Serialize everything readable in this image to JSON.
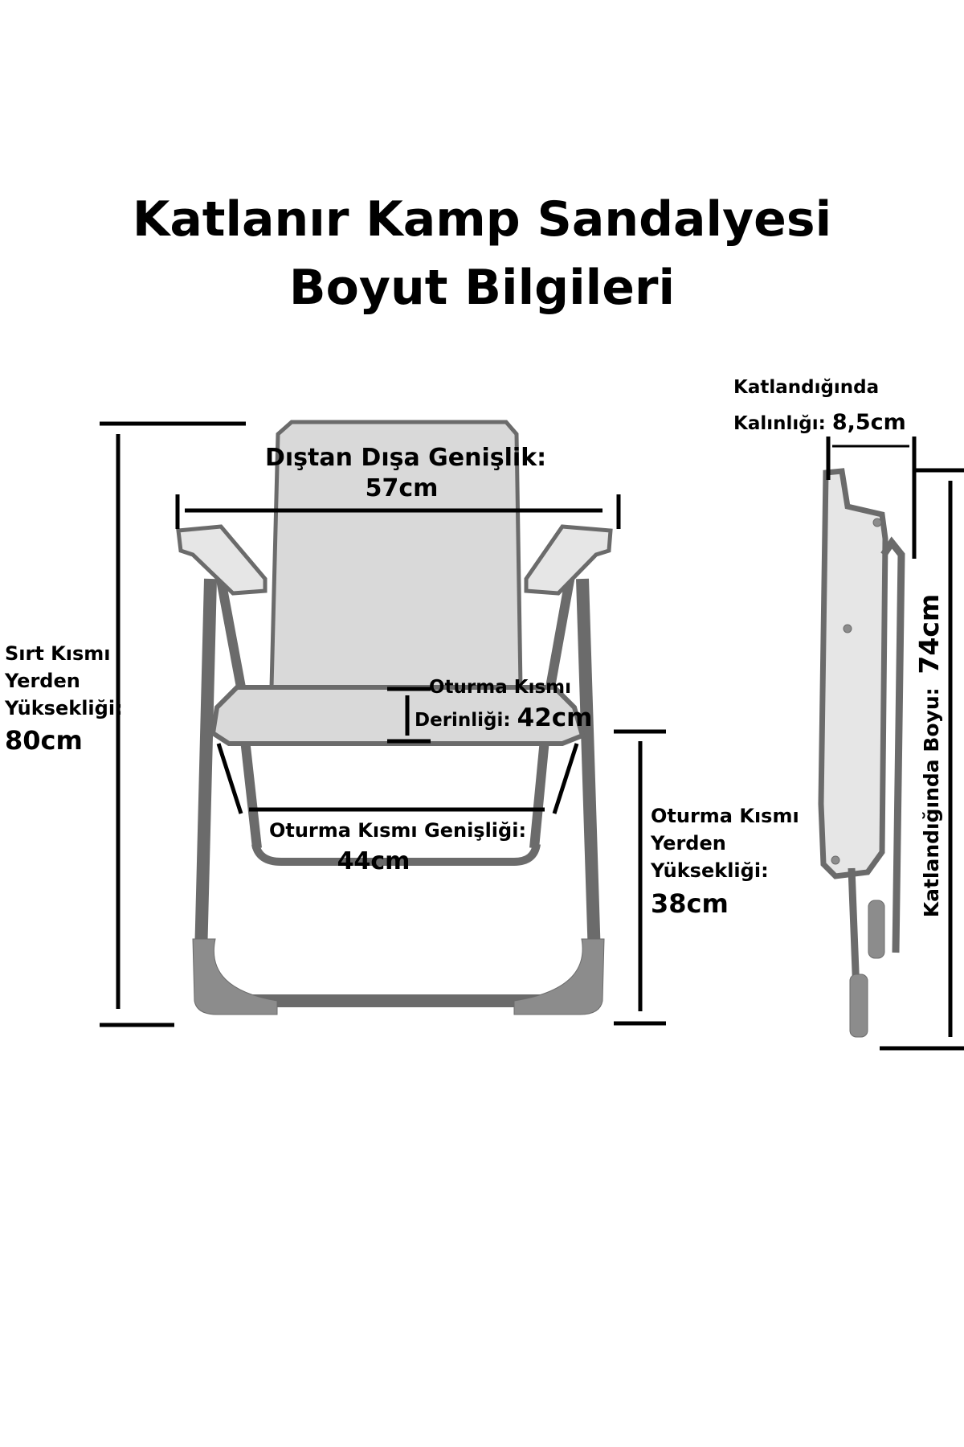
{
  "title": {
    "line1": "Katlanır Kamp Sandalyesi",
    "line2": "Boyut Bilgileri"
  },
  "dimensions": {
    "outer_width": {
      "label": "Dıştan Dışa Genişlik:",
      "value": "57cm"
    },
    "back_height": {
      "line1": "Sırt Kısmı",
      "line2": "Yerden",
      "line3": "Yüksekliği:",
      "value": "80cm"
    },
    "seat_depth": {
      "line1": "Oturma Kısmı",
      "line2": "Derinliği:",
      "value": "42cm"
    },
    "seat_width": {
      "label": "Oturma Kısmı Genişliği:",
      "value": "44cm"
    },
    "seat_height": {
      "line1": "Oturma Kısmı",
      "line2": "Yerden",
      "line3": "Yüksekliği:",
      "value": "38cm"
    },
    "folded_thickness": {
      "line1": "Katlandığında",
      "line2": "Kalınlığı:",
      "value": "8,5cm"
    },
    "folded_length": {
      "label": "Katlandığında Boyu:",
      "value": "74cm"
    }
  },
  "colors": {
    "frame_stroke": "#6b6b6b",
    "fabric_fill": "#d9d9d9",
    "frame_fill": "#e6e6e6",
    "foot_fill": "#8c8c8c",
    "dimension_line": "#000000"
  }
}
